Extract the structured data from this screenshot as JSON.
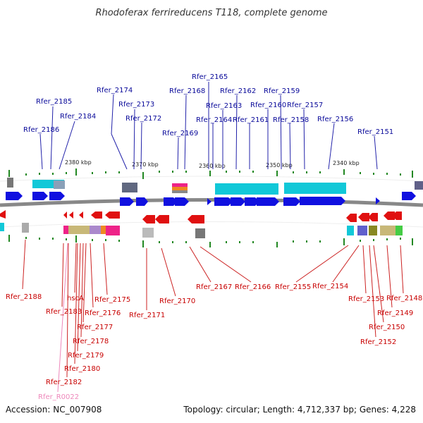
{
  "title": "Rhodoferax ferrireducens T118, complete genome",
  "footer": {
    "accession": "Accession: NC_007908",
    "topology": "Topology: circular; Length: 4,712,337 bp; Genes: 4,228"
  },
  "kbp_labels": [
    "2380 kbp",
    "2370 kbp",
    "2360 kbp",
    "2350 kbp",
    "2340 kbp"
  ],
  "top_labels": [
    "Rfer_2185",
    "Rfer_2186",
    "Rfer_2184",
    "Rfer_2174",
    "Rfer_2173",
    "Rfer_2172",
    "Rfer_2168",
    "Rfer_2169",
    "Rfer_2165",
    "Rfer_2162",
    "Rfer_2163",
    "Rfer_2164",
    "Rfer_2161",
    "Rfer_2159",
    "Rfer_2160",
    "Rfer_2158",
    "Rfer_2157",
    "Rfer_2156",
    "Rfer_2151"
  ],
  "bottom_labels": [
    "Rfer_2188",
    "Rfer_2183",
    "hscA",
    "Rfer_2176",
    "Rfer_2175",
    "Rfer_2177",
    "Rfer_2178",
    "Rfer_2179",
    "Rfer_2180",
    "Rfer_2182",
    "Rfer_R0022",
    "Rfer_2171",
    "Rfer_2170",
    "Rfer_2167",
    "Rfer_2166",
    "Rfer_2155",
    "Rfer_2154",
    "Rfer_2153",
    "Rfer_2148",
    "Rfer_2149",
    "Rfer_2150",
    "Rfer_2152"
  ],
  "colors": {
    "forward": "#1010e0",
    "reverse": "#e01010",
    "rna": "#ee99cc",
    "label_top": "#0a0a9a",
    "label_bottom": "#c80000",
    "axis": "#888888",
    "tick": "#228822"
  }
}
